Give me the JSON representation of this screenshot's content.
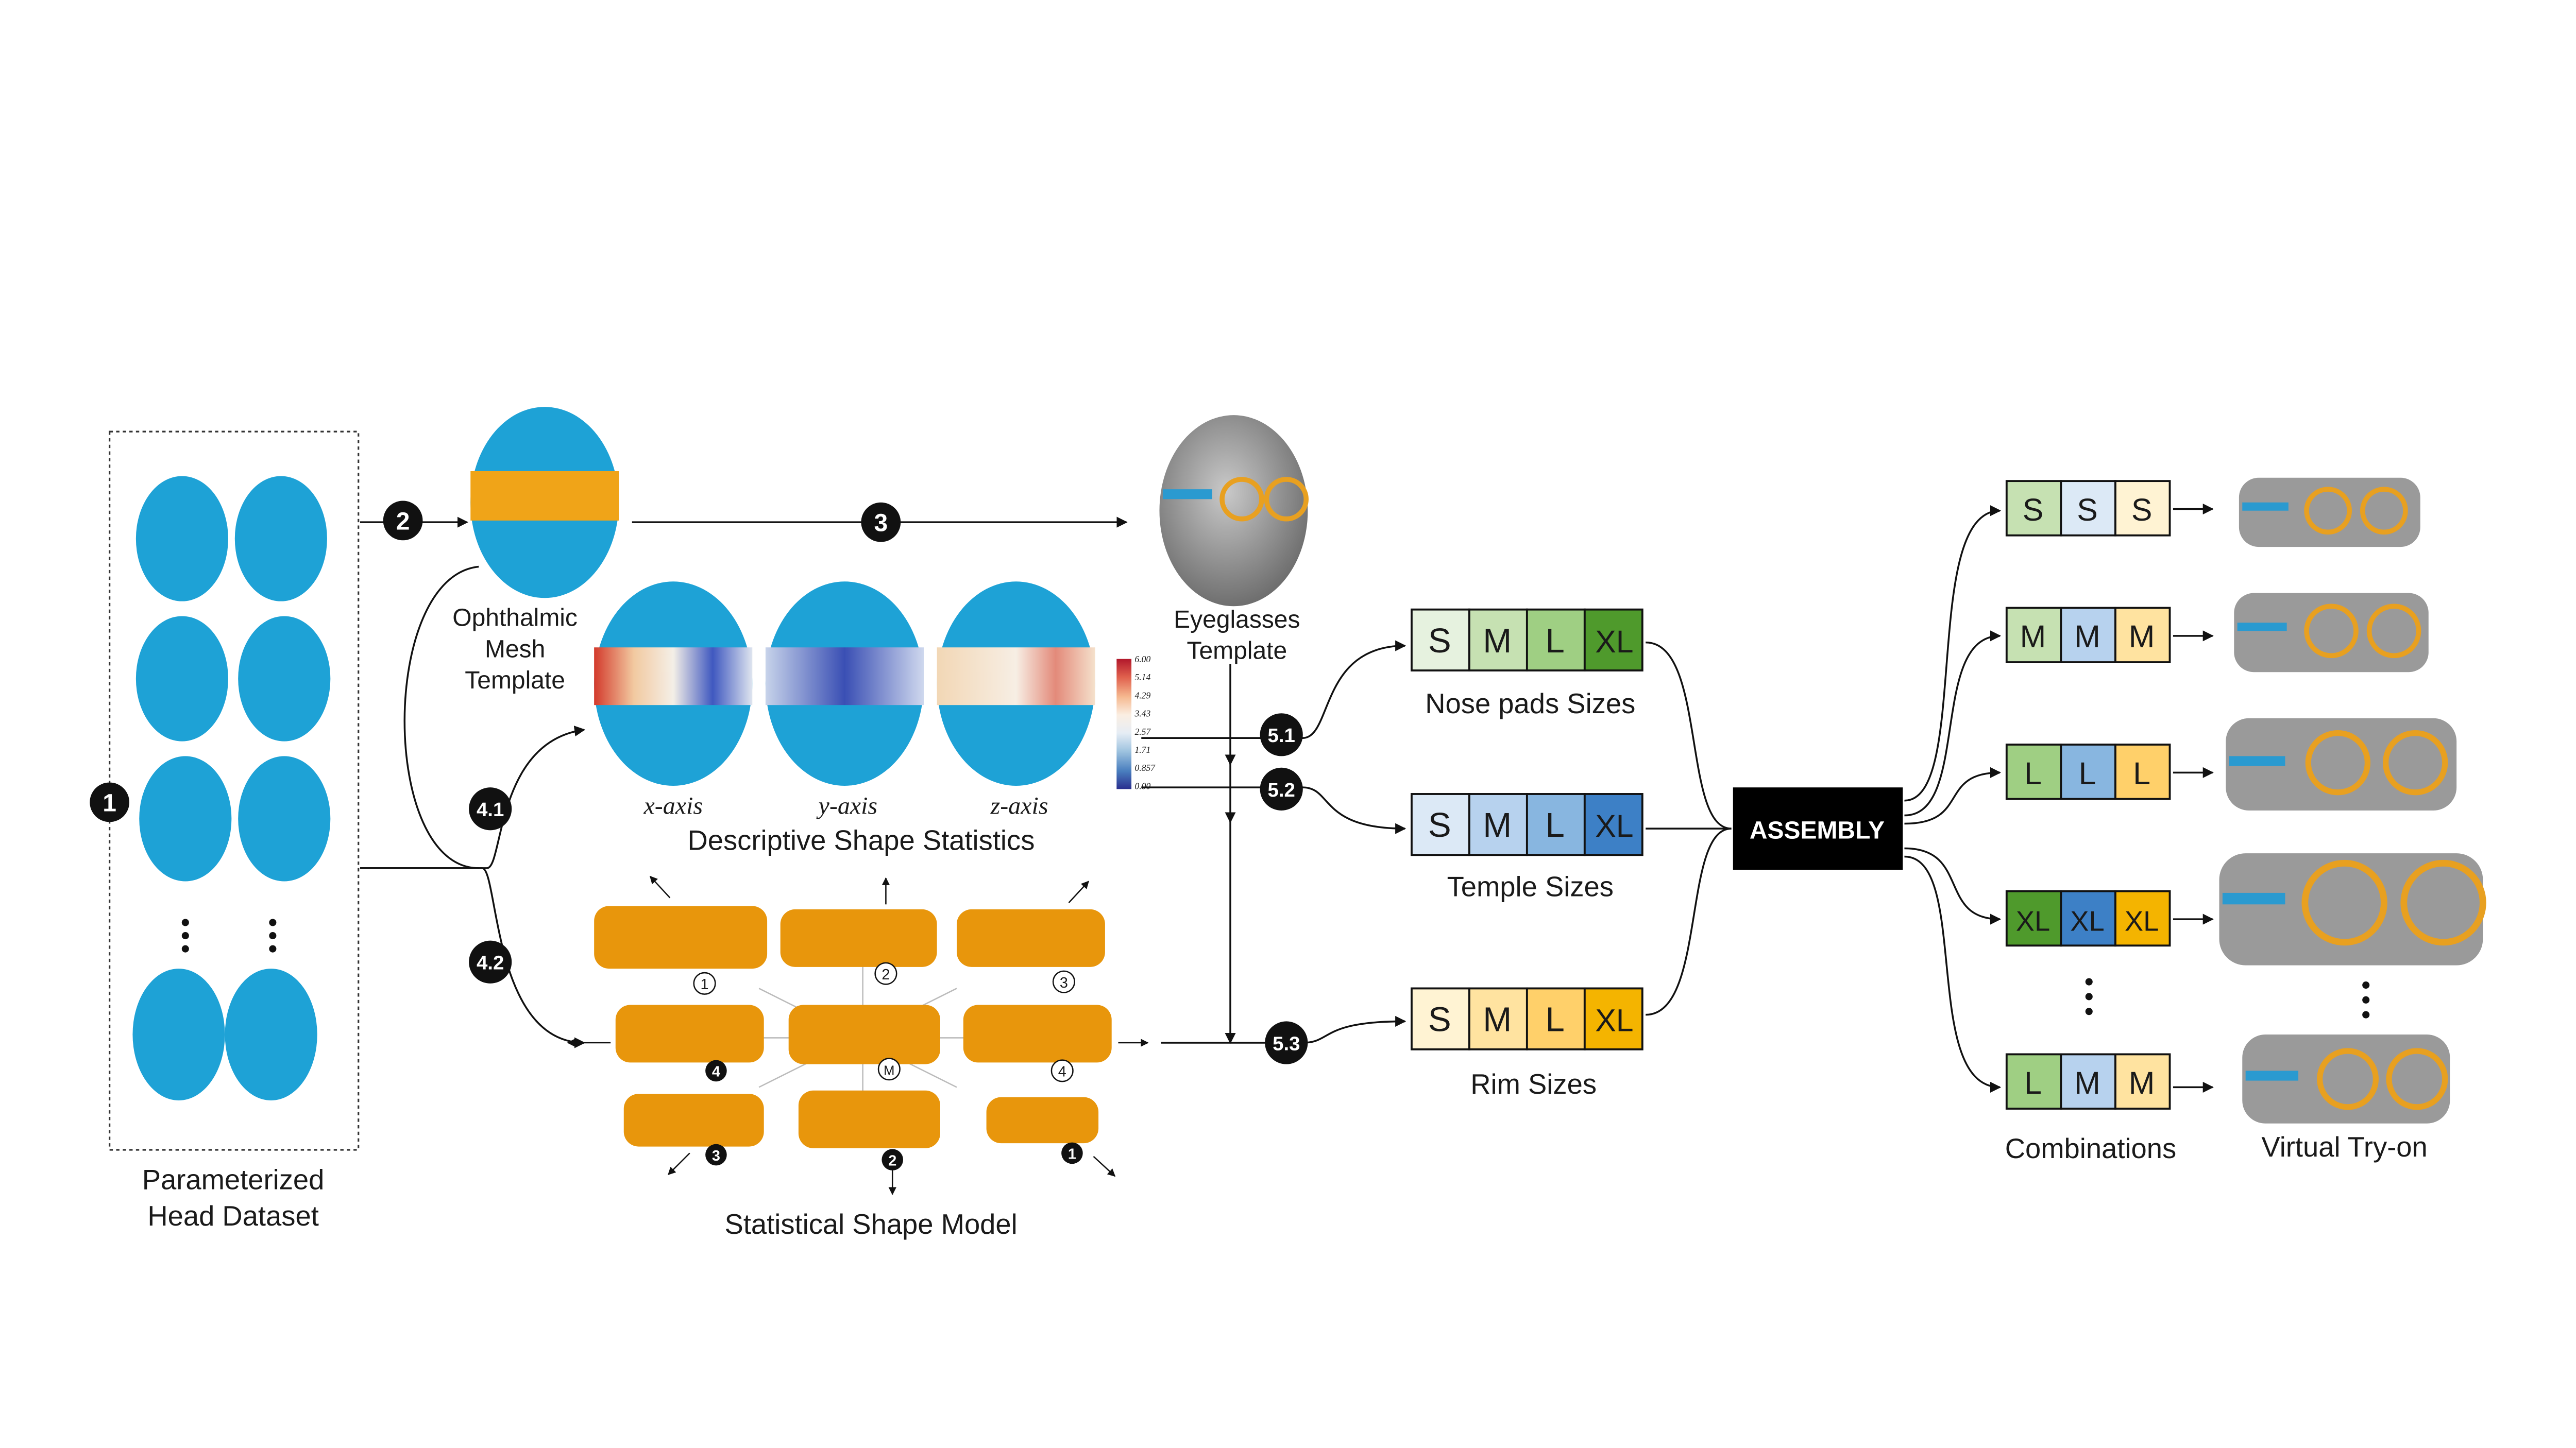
{
  "colors": {
    "head_blue": "#1ea2d6",
    "band_orange": "#f0a418",
    "ssm_orange": "#e8960c",
    "eyeglass_orange": "#e8a020",
    "nose_pads": [
      "#e6f2df",
      "#c6e1b2",
      "#9fcf83",
      "#4f9a2c"
    ],
    "temple": [
      "#dce9f6",
      "#b7d2ee",
      "#88b6e0",
      "#3d80c6"
    ],
    "rim": [
      "#fff3d3",
      "#ffe3a0",
      "#ffd06a",
      "#f4b400"
    ],
    "assembly_bg": "#000000"
  },
  "labels": {
    "dataset": [
      "Parameterized",
      "Head Dataset"
    ],
    "ophthalmic": [
      "Ophthalmic",
      "Mesh",
      "Template"
    ],
    "eyeglasses": [
      "Eyeglasses",
      "Template"
    ],
    "descriptive": "Descriptive Shape Statistics",
    "ssm": "Statistical Shape Model",
    "nose_pads": "Nose pads Sizes",
    "temple": "Temple Sizes",
    "rim": "Rim Sizes",
    "assembly": "ASSEMBLY",
    "combinations": "Combinations",
    "tryon": "Virtual Try-on",
    "axes": [
      "x-axis",
      "y-axis",
      "z-axis"
    ]
  },
  "steps": [
    "1",
    "2",
    "3",
    "4.1",
    "4.2",
    "5.1",
    "5.2",
    "5.3"
  ],
  "sizes": [
    "S",
    "M",
    "L",
    "XL"
  ],
  "combinations": [
    [
      "S",
      "S",
      "S"
    ],
    [
      "M",
      "M",
      "M"
    ],
    [
      "L",
      "L",
      "L"
    ],
    [
      "XL",
      "XL",
      "XL"
    ],
    [
      "L",
      "M",
      "M"
    ]
  ],
  "colorbar": {
    "ticks": [
      "6.00",
      "5.14",
      "4.29",
      "3.43",
      "2.57",
      "1.71",
      "0.857",
      "0.00"
    ],
    "stops": [
      "#b2182b",
      "#e0604d",
      "#f5b88f",
      "#fbeee2",
      "#e6edf5",
      "#9ec3df",
      "#4a7fbf",
      "#2a2f8f"
    ]
  },
  "ssm_modes": {
    "top": [
      "1",
      "2",
      "3"
    ],
    "middle": [
      "4",
      "M",
      "4"
    ],
    "bottom": [
      "3",
      "2",
      "1"
    ]
  }
}
